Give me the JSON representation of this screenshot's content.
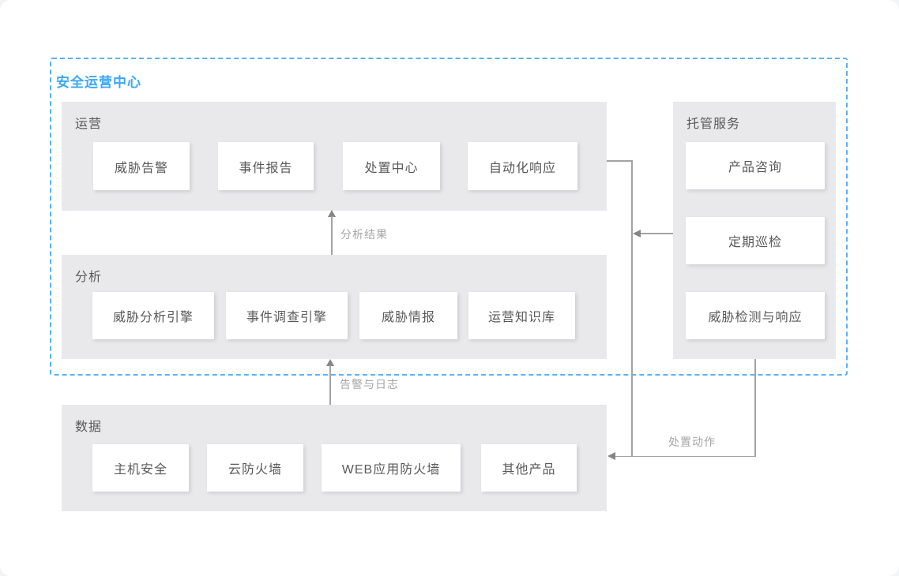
{
  "soc": {
    "title": "安全运营中心"
  },
  "panels": {
    "operations": {
      "title": "运营",
      "items": [
        "威胁告警",
        "事件报告",
        "处置中心",
        "自动化响应"
      ]
    },
    "analysis": {
      "title": "分析",
      "items": [
        "威胁分析引擎",
        "事件调查引擎",
        "威胁情报",
        "运营知识库"
      ]
    },
    "data": {
      "title": "数据",
      "items": [
        "主机安全",
        "云防火墙",
        "WEB应用防火墙",
        "其他产品"
      ]
    },
    "managed": {
      "title": "托管服务",
      "items": [
        "产品咨询",
        "定期巡检",
        "威胁检测与响应"
      ]
    }
  },
  "connectors": {
    "analysis_to_operations": "分析结果",
    "data_to_analysis": "告警与日志",
    "response_action": "处置动作"
  },
  "colors": {
    "accent_blue": "#3aa7f8",
    "dashed_border": "#58b2f9",
    "panel_bg": "#e9e9eb",
    "node_bg": "#ffffff",
    "text": "#595959",
    "line": "#a3a3a3",
    "flow_label": "#a6a6a6"
  }
}
